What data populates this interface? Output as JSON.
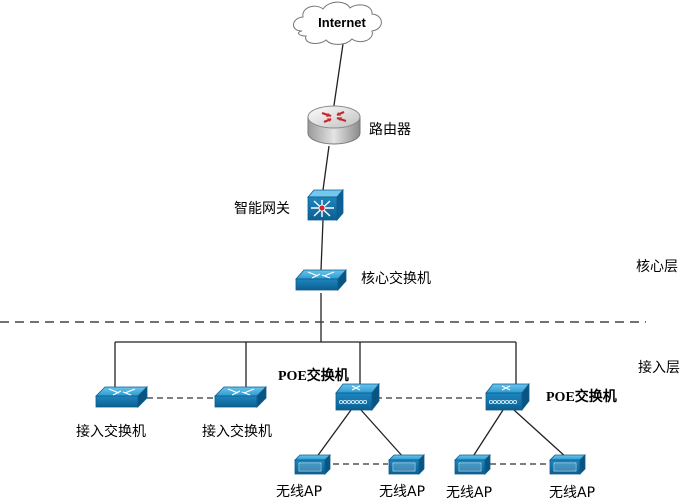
{
  "internet": {
    "label": "Internet"
  },
  "router": {
    "label": "路由器"
  },
  "gateway": {
    "label": "智能网关"
  },
  "core_switch": {
    "label": "核心交换机"
  },
  "layers": {
    "core": "核心层",
    "access": "接入层"
  },
  "access_switches": [
    {
      "label": "接入交换机"
    },
    {
      "label": "接入交换机"
    }
  ],
  "poe_switches": [
    {
      "label": "POE交换机"
    },
    {
      "label": "POE交换机"
    }
  ],
  "aps": [
    {
      "label": "无线AP"
    },
    {
      "label": "无线AP"
    },
    {
      "label": "无线AP"
    },
    {
      "label": "无线AP"
    }
  ],
  "colors": {
    "device_blue": "#1f8fc8",
    "device_dark": "#0b5f93",
    "router_red": "#d1262a",
    "line": "#222222"
  },
  "icons": {
    "internet": "cloud-icon",
    "router": "router-icon",
    "gateway": "multilayer-switch-icon",
    "core_switch": "switch-icon",
    "access_switch": "switch-icon",
    "poe_switch": "poe-switch-icon",
    "ap": "wireless-ap-icon"
  }
}
